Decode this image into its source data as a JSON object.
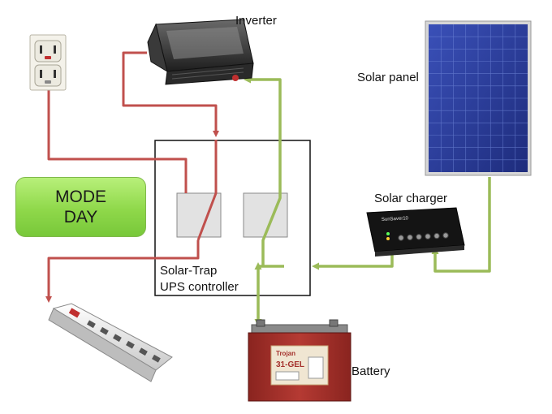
{
  "labels": {
    "inverter": "Inverter",
    "solar_panel": "Solar panel",
    "solar_charger": "Solar charger",
    "battery": "Battery",
    "controller_line1": "Solar-Trap",
    "controller_line2": "UPS controller"
  },
  "mode_box": {
    "line1": "MODE",
    "line2": "DAY"
  },
  "device_text": {
    "charger_brand": "SunSaver10",
    "battery_brand": "Trojan",
    "battery_model": "31-GEL"
  },
  "colors": {
    "ac_wire": "#c0504d",
    "dc_wire": "#9bbb59",
    "mode_fill": "#92d050",
    "solar_cell": "#2b3c9a",
    "battery_body": "#a4302b"
  },
  "icons": [
    "wall-outlet-icon",
    "power-strip-icon",
    "inverter-icon",
    "solar-panel-icon",
    "solar-charger-icon",
    "battery-icon"
  ]
}
